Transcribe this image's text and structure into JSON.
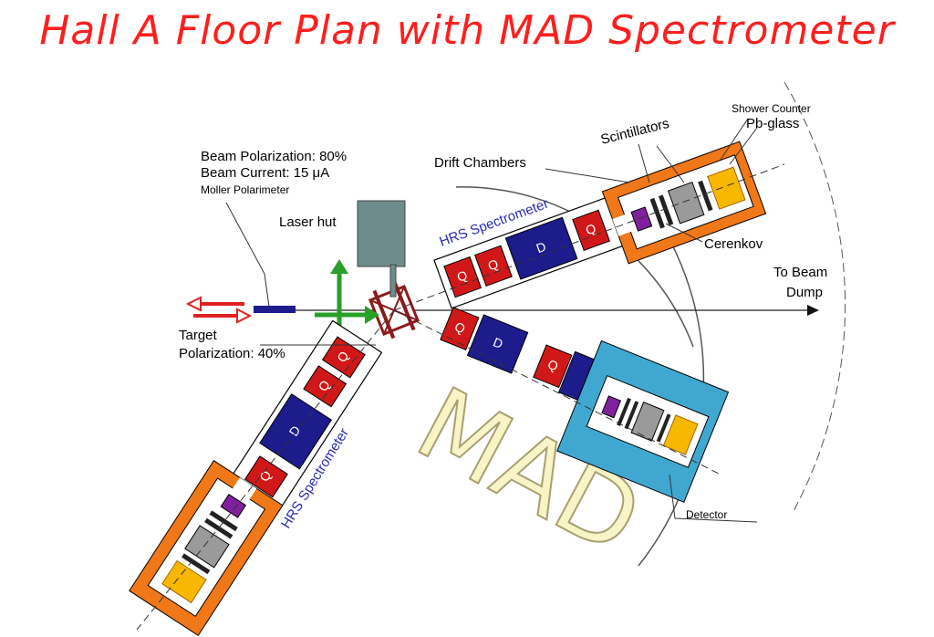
{
  "title": "Hall A Floor Plan with MAD Spectrometer",
  "labels": {
    "beam_polarization": "Beam Polarization: 80%",
    "beam_current": "Beam Current: 15 μA",
    "moller": "Moller Polarimeter",
    "laser_hut": "Laser hut",
    "target": "Target",
    "target_polarization": "Polarization: 40%",
    "drift_chambers": "Drift Chambers",
    "scintillators": "Scintillators",
    "shower_counter": "Shower Counter",
    "pb_glass": "Pb-glass",
    "cerenkov": "Cerenkov",
    "to_beam": "To Beam",
    "dump": "Dump",
    "detector": "Detector",
    "hrs_upper": "HRS Spectrometer",
    "hrs_lower": "HRS Spectrometer",
    "mad": "MAD"
  },
  "magnets": {
    "q": "Q",
    "d": "D"
  },
  "colors": {
    "title": "#ff1e1e",
    "quad": "#d01818",
    "dipole": "#1c1c8c",
    "shield": "#f07818",
    "detector_hut": "#40a8d0",
    "laser_hut": "#6e8c8c",
    "pb_glass": "#f8b800",
    "purple": "#80209c"
  }
}
